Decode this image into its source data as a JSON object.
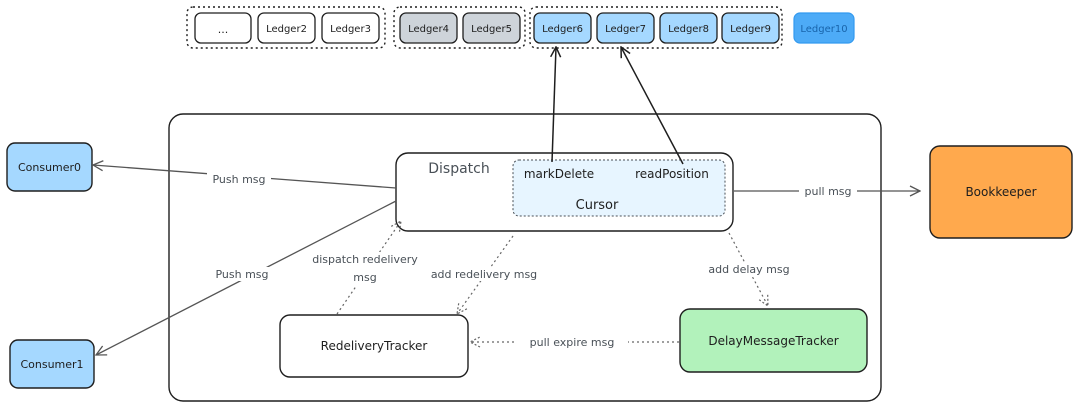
{
  "ledgers": {
    "group1": [
      "...",
      "Ledger2",
      "Ledger3"
    ],
    "group2": [
      "Ledger4",
      "Ledger5"
    ],
    "group3": [
      "Ledger6",
      "Ledger7",
      "Ledger8",
      "Ledger9"
    ],
    "next": "Ledger10"
  },
  "nodes": {
    "consumer0": "Consumer0",
    "consumer1": "Consumer1",
    "bookkeeper": "Bookkeeper",
    "dispatch": "Dispatch",
    "cursor": "Cursor",
    "mark_delete": "markDelete",
    "read_position": "readPosition",
    "redelivery_tracker": "RedeliveryTracker",
    "delay_tracker": "DelayMessageTracker"
  },
  "edges": {
    "push_msg_0": "Push msg",
    "push_msg_1": "Push msg",
    "pull_msg": "pull msg",
    "dispatch_redelivery_1": "dispatch redelivery",
    "dispatch_redelivery_2": "msg",
    "add_redelivery": "add redelivery msg",
    "add_delay": "add delay msg",
    "pull_expire": "pull expire msg"
  },
  "colors": {
    "ledger_gray": "#ced4da",
    "ledger_blue": "#a5d8ff",
    "ledger_next": "#4dabf7",
    "consumer": "#a5d8ff",
    "bookkeeper": "#ffa94d",
    "cursor": "#e7f5ff",
    "delay_tracker": "#b2f2bb"
  }
}
